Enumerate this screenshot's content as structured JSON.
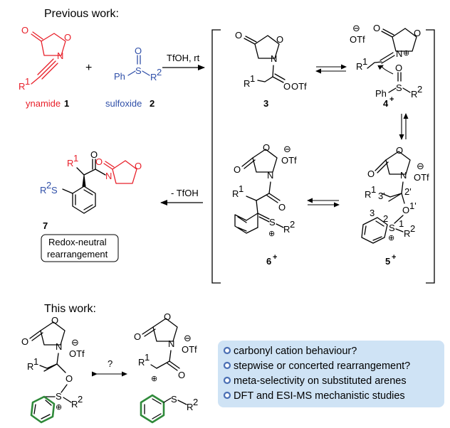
{
  "headings": {
    "previous": "Previous work:",
    "this_work": "This work:"
  },
  "labels": {
    "ynamide": "ynamide",
    "ynamide_num": "1",
    "sulfoxide": "sulfoxide",
    "sulfoxide_num": "2",
    "compound3": "3",
    "compound4": "4",
    "compound5": "5",
    "compound6": "6",
    "compound7": "7",
    "plus_sup": "+",
    "question": "?"
  },
  "arrows": {
    "reagent": "TfOH, rt",
    "elimination": "- TfOH"
  },
  "boxed_note": {
    "line1": "Redox-neutral",
    "line2": "rearrangement"
  },
  "atoms": {
    "O": "O",
    "N": "N",
    "S": "S",
    "R1": "R",
    "R2": "R",
    "sup1": "1",
    "sup2": "2",
    "OTf": "OTf",
    "Ph": "Ph",
    "minus": "⊖",
    "plus": "⊕"
  },
  "numbering": {
    "c3p": "3'",
    "c2p": "2'",
    "o1p": "O",
    "o1p_sup": "1'",
    "s1": "1",
    "c2": "2",
    "c3": "3"
  },
  "bullets": [
    "carbonyl cation behaviour?",
    "stepwise or concerted rearrangement?",
    "meta-selectivity on substituted arenes",
    "DFT and ESI-MS mechanistic studies"
  ],
  "colors": {
    "red": "#e8202a",
    "blue": "#2f4fa8",
    "green": "#2f8a3a",
    "box_bg": "#cfe3f5",
    "bullet": "#4a6fb4"
  }
}
